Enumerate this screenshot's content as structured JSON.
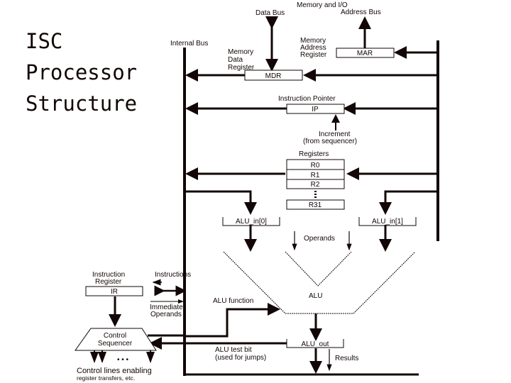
{
  "title": {
    "lines": [
      "ISC",
      "Processor",
      "Structure"
    ]
  },
  "colors": {
    "ink": "#120606",
    "background": "#ffffff"
  },
  "labels": {
    "memory_io": "Memory and I/O",
    "data_bus": "Data Bus",
    "address_bus": "Address Bus",
    "internal_bus": "Internal Bus",
    "mdr_caption": [
      "Memory",
      "Data",
      "Register"
    ],
    "mar_caption": [
      "Memory",
      "Address",
      "Register"
    ],
    "ip_caption": "Instruction Pointer",
    "increment": [
      "Increment",
      "(from sequencer)"
    ],
    "registers_caption": "Registers",
    "operands": "Operands",
    "alu": "ALU",
    "alu_function": "ALU function",
    "ir_caption": [
      "Instruction",
      "Register"
    ],
    "instructions": "Instructions",
    "immediate_operands": [
      "Immediate",
      "Operands"
    ],
    "control_sequencer": [
      "Control",
      "Sequencer"
    ],
    "control_lines": "Control lines enabling",
    "control_lines_sub": "register transfers, etc.",
    "alu_test_bit": [
      "ALU test bit",
      "(used for jumps)"
    ],
    "results": "Results",
    "ellipsis_dots": "•   •   •"
  },
  "blocks": {
    "mdr": "MDR",
    "mar": "MAR",
    "ip": "IP",
    "alu_in_0": "ALU_in[0]",
    "alu_in_1": "ALU_in[1]",
    "alu_out": "ALU_out",
    "ir": "IR"
  },
  "registers": [
    "R0",
    "R1",
    "R2",
    "R31"
  ]
}
